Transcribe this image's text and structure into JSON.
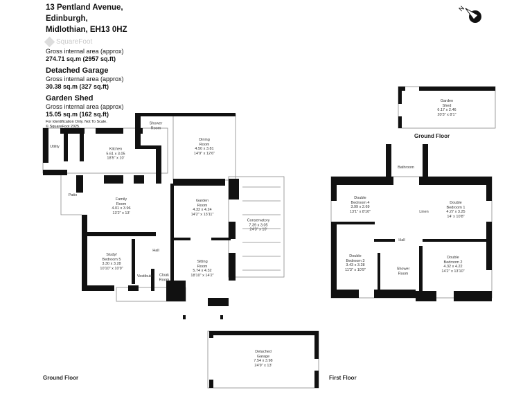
{
  "header": {
    "address_lines": [
      "13 Pentland Avenue,",
      "Edinburgh,",
      "Midlothian, EH13 0HZ"
    ],
    "logo_text": "SquareFoot",
    "main_area_label": "Gross internal area (approx)",
    "main_area_value": "274.71 sq.m (2957 sq.ft)",
    "garage_title": "Detached Garage",
    "garage_area_label": "Gross internal area (approx)",
    "garage_area_value": "30.38 sq.m (327 sq.ft)",
    "shed_title": "Garden Shed",
    "shed_area_label": "Gross internal area (approx)",
    "shed_area_value": "15.05 sq.m (162 sq.ft)",
    "disclaimer": "For Identification Only. Not To Scale.",
    "copyright": "© SquareFoot 2025."
  },
  "floor_labels": {
    "ground": "Ground Floor",
    "first": "First Floor",
    "shed_floor": "Ground Floor"
  },
  "compass": {
    "label": "N"
  },
  "rooms": {
    "utility": {
      "name": "Utility"
    },
    "kitchen": {
      "name": "Kitchen",
      "metric": "5.61 x 3.05",
      "imperial": "18'5\" x 10'"
    },
    "shower_gf": {
      "name": "Shower\nRoom"
    },
    "dining": {
      "name": "Dining\nRoom",
      "metric": "4.50 x 3.81",
      "imperial": "14'9\" x 12'6\""
    },
    "patio": {
      "name": "Patio"
    },
    "family": {
      "name": "Family\nRoom",
      "metric": "4.01 x 3.96",
      "imperial": "13'2\" x 13'"
    },
    "garden_room": {
      "name": "Garden\nRoom",
      "metric": "4.32 x 4.24",
      "imperial": "14'2\" x 13'11\""
    },
    "conservatory": {
      "name": "Conservatory",
      "metric": "7.39 x 3.05",
      "imperial": "24'3\" x 10'"
    },
    "study": {
      "name": "Study/\nBedroom 5",
      "metric": "3.30 x 3.28",
      "imperial": "10'10\" x 10'9\""
    },
    "hall_gf": {
      "name": "Hall"
    },
    "vestibule": {
      "name": "Vestibule"
    },
    "cloak": {
      "name": "Cloak\nRoom"
    },
    "sitting": {
      "name": "Sitting\nRoom",
      "metric": "5.74 x 4.32",
      "imperial": "18'10\" x 14'2\""
    },
    "garage": {
      "name": "Detached\nGarage",
      "metric": "7.54 x 3.98",
      "imperial": "24'9\" x 13'"
    },
    "shed": {
      "name": "Garden\nShed",
      "metric": "6.17 x 2.46",
      "imperial": "20'3\" x 8'1\""
    },
    "bathroom": {
      "name": "Bathroom"
    },
    "bed4": {
      "name": "Double\nBedroom 4",
      "metric": "3.99 x 2.69",
      "imperial": "13'1\" x 8'10\""
    },
    "linen": {
      "name": "Linen"
    },
    "bed1": {
      "name": "Double\nBedroom 1",
      "metric": "4.27 x 3.25",
      "imperial": "14' x 10'8\""
    },
    "hall_ff": {
      "name": "Hall"
    },
    "bed3": {
      "name": "Double\nBedroom 3",
      "metric": "3.43 x 3.28",
      "imperial": "11'3\" x 10'9\""
    },
    "shower_ff": {
      "name": "Shower\nRoom"
    },
    "bed2": {
      "name": "Double\nBedroom 2",
      "metric": "4.32 x 4.22",
      "imperial": "14'2\" x 13'10\""
    }
  }
}
